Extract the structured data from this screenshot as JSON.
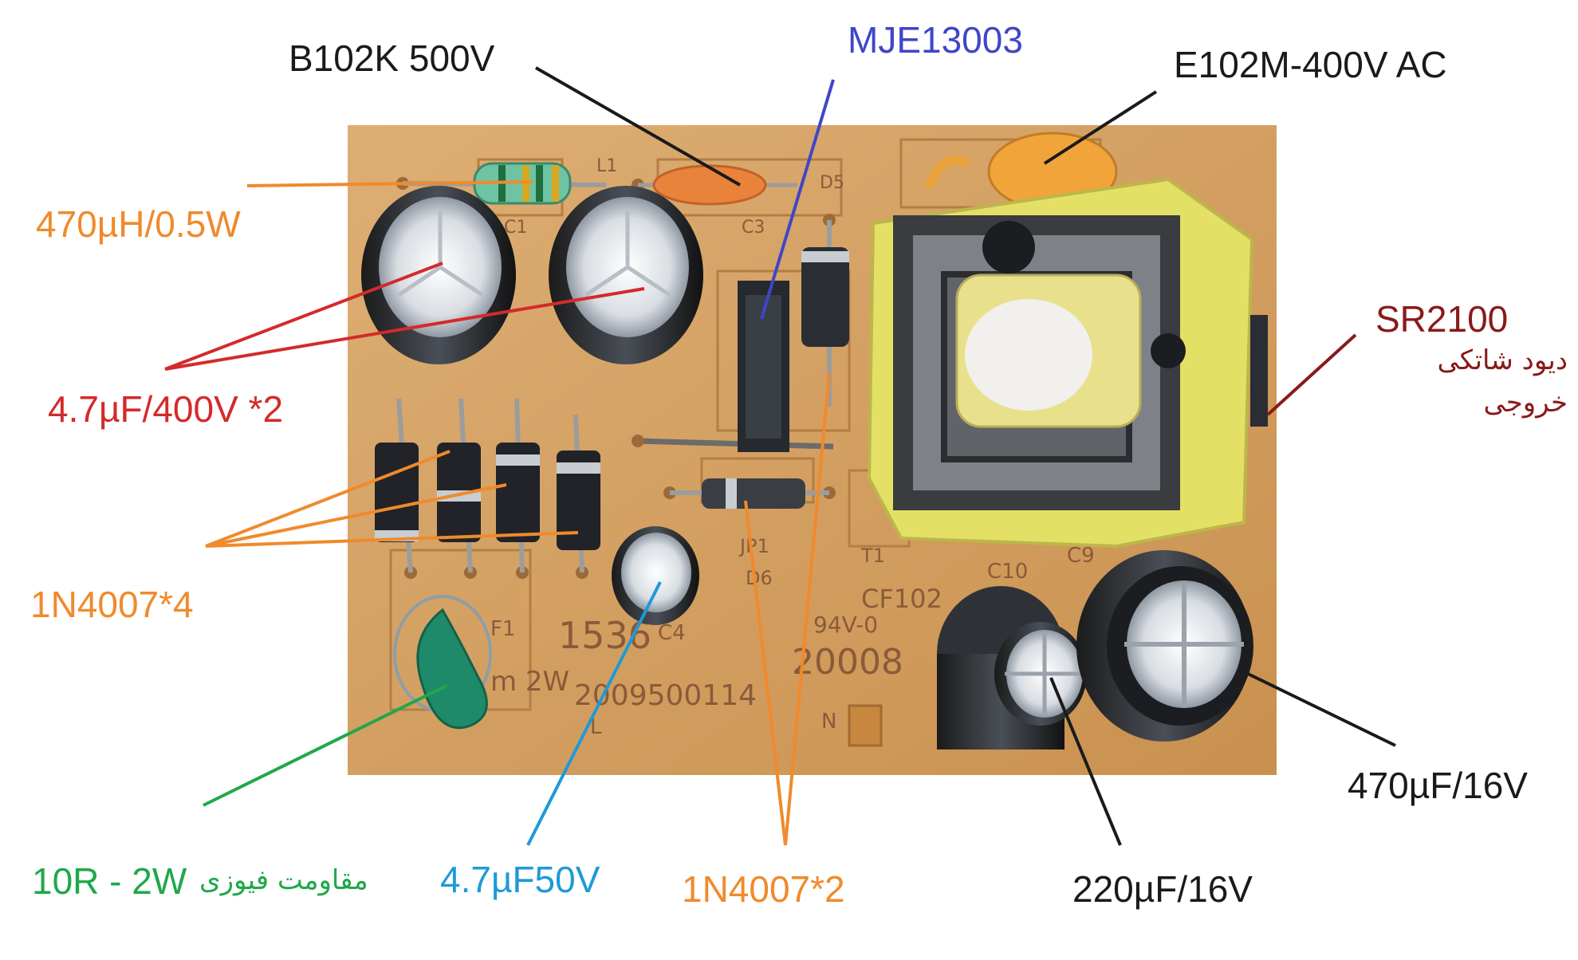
{
  "colors": {
    "black": "#1a1a1a",
    "blue_dark": "#3f46c8",
    "orange": "#f08a2c",
    "red": "#d42a2a",
    "maroon": "#8a1a1a",
    "green": "#1fa84a",
    "cyan": "#1e9ad8",
    "board": "#d8a468"
  },
  "labels": {
    "b102k": "B102K 500V",
    "mje13003": "MJE13003",
    "e102m": "E102M-400V AC",
    "inductor": "470µH/0.5W",
    "sr2100": "SR2100",
    "sr2100_fa_1": "دیود شاتکی",
    "sr2100_fa_2": "خروجی",
    "cap_400v": "4.7µF/400V *2",
    "bridge_diodes": "1N4007*4",
    "out_470": "470µF/16V",
    "fuse_res": "10R - 2W",
    "fuse_res_fa": "مقاومت فیوزی",
    "cap_50v": "4.7µF50V",
    "diodes_2": "1N4007*2",
    "out_220": "220µF/16V"
  },
  "pcb_silkscreen": {
    "l1": "L1",
    "c1": "C1",
    "c3": "C3",
    "d5": "D5",
    "jp1": "JP1",
    "d6": "D6",
    "t1": "T1",
    "c10": "C10",
    "c9": "C9",
    "f1": "F1",
    "c4": "C4",
    "code_1536": "1536",
    "code_2w": "m 2W",
    "serial": "2009500114",
    "cf102": "CF102",
    "v0": "94V-0",
    "code_20008": "20008",
    "n": "N",
    "l": "L"
  }
}
